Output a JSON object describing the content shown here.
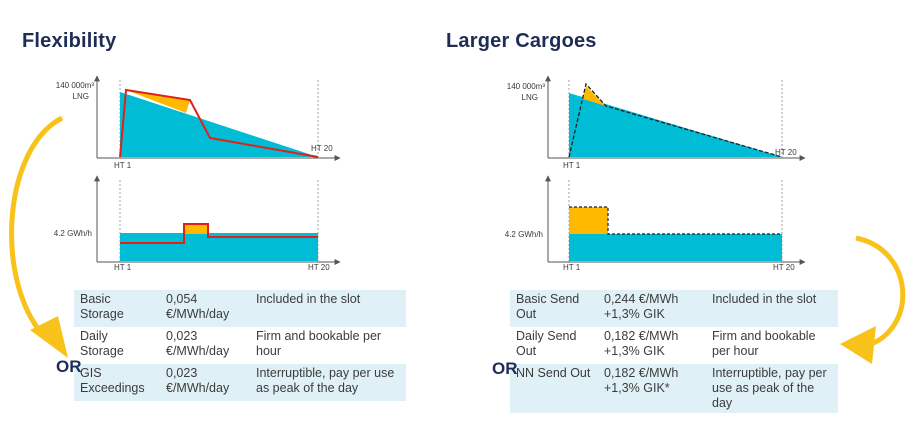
{
  "panels": [
    {
      "title": "Flexibility",
      "volume_label": "140 000m³",
      "volume_unit": "LNG",
      "rate_label": "4.2 GWh/h",
      "x_start": "HT 1",
      "x_end": "HT 20",
      "rows": [
        {
          "product": "Basic Storage",
          "price": "0,054 €/MWh/day",
          "note": "Included in the slot"
        },
        {
          "product": "Daily Storage",
          "price": "0,023 €/MWh/day",
          "note": "Firm and bookable per hour"
        },
        {
          "product": "GIS Exceedings",
          "price": "0,023 €/MWh/day",
          "note": "Interruptible, pay per use as peak of the day"
        }
      ],
      "or_label": "OR"
    },
    {
      "title": "Larger Cargoes",
      "volume_label": "140 000m³",
      "volume_unit": "LNG",
      "rate_label": "4.2 GWh/h",
      "x_start": "HT 1",
      "x_end": "HT 20",
      "rows": [
        {
          "product": "Basic Send Out",
          "price": "0,244 €/MWh +1,3% GIK",
          "note": "Included in the slot"
        },
        {
          "product": "Daily Send Out",
          "price": "0,182 €/MWh +1,3% GIK",
          "note": "Firm and bookable per hour"
        },
        {
          "product": "NN Send Out",
          "price": "0,182 €/MWh +1,3% GIK*",
          "note": "Interruptible, pay per use as peak of the day"
        }
      ],
      "or_label": "OR"
    }
  ],
  "colors": {
    "teal": "#00bcd4",
    "orange": "#ffba00",
    "red": "#e0201a",
    "navy": "#1f2d55",
    "arrow": "#f8c21a",
    "row_shade": "#dff0f6"
  }
}
